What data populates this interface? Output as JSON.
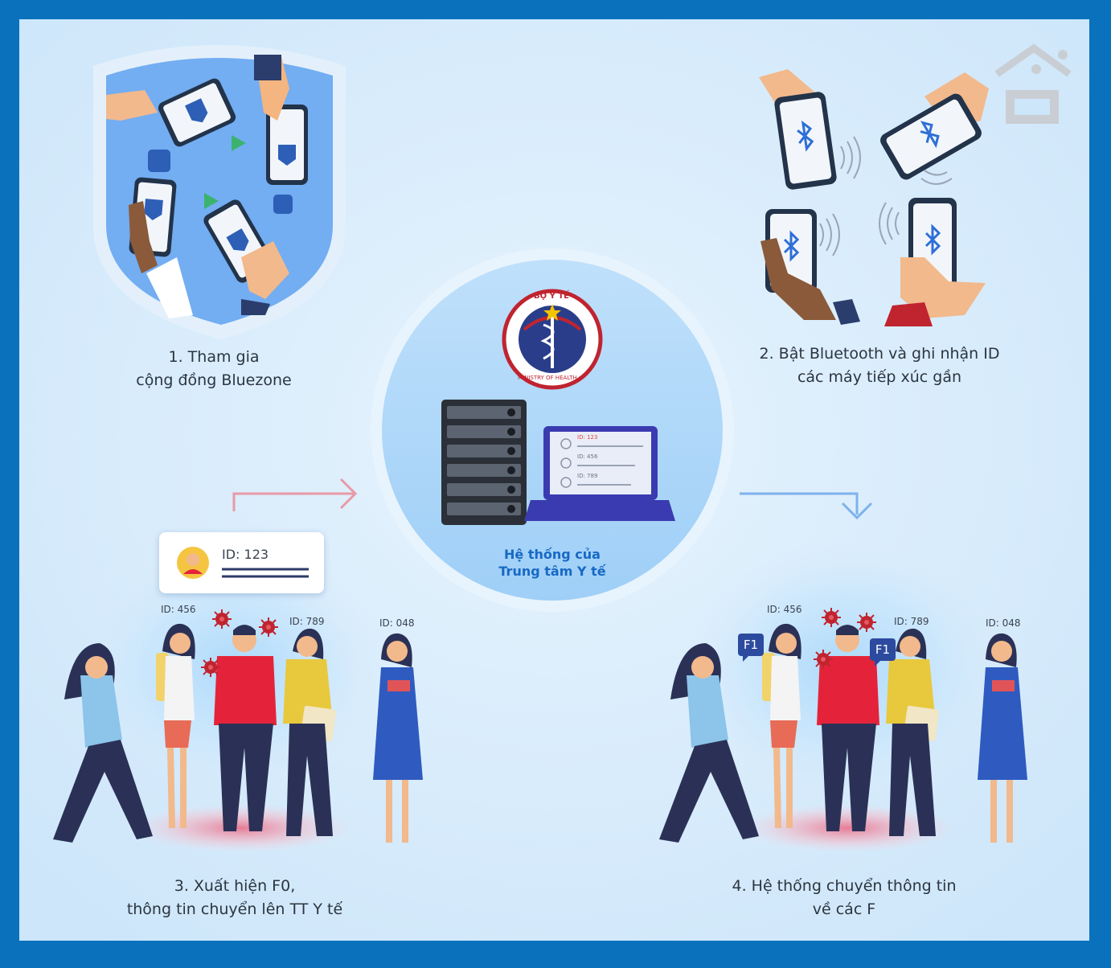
{
  "steps": [
    {
      "lines": [
        "1. Tham gia",
        "cộng đồng Bluezone"
      ]
    },
    {
      "lines": [
        "2. Bật Bluetooth và ghi nhận ID",
        "các máy tiếp xúc gần"
      ]
    },
    {
      "lines": [
        "3. Xuất hiện F0,",
        "thông tin chuyển lên TT Y tế"
      ]
    },
    {
      "lines": [
        "4. Hệ thống chuyển thông tin",
        "về các F"
      ]
    }
  ],
  "center": {
    "line1": "Hệ thống của",
    "line2": "Trung tâm Y tế",
    "logo_top": "BỘ Y TẾ",
    "logo_bottom": "MINISTRY OF HEALTH"
  },
  "laptop_ids": [
    "ID: 123",
    "ID: 456",
    "ID: 789"
  ],
  "card_id": "ID: 123",
  "group3_ids": [
    "ID: 456",
    "ID: 789",
    "ID: 048"
  ],
  "group4_ids": [
    "ID: 456",
    "ID: 789",
    "ID: 048"
  ],
  "f1_label": "F1",
  "colors": {
    "frame": "#0a72bd",
    "background": "#d6ebfb",
    "accent": "#1769c4",
    "virus": "#c0242f",
    "navy": "#2c4a9e"
  }
}
